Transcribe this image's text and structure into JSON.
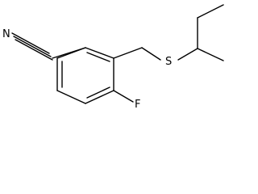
{
  "molecule": {
    "atoms": {
      "nitrogen": "N",
      "sulfur": "S",
      "fluorine": "F"
    }
  },
  "colors": {
    "bond": "#000000",
    "label": "#000000",
    "background": "#ffffff"
  }
}
